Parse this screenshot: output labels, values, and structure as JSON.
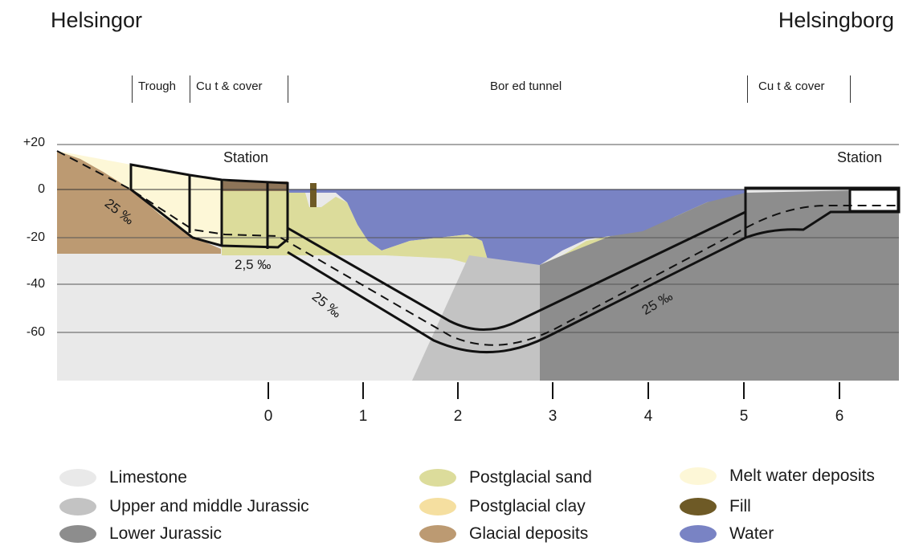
{
  "header": {
    "left_place": "Helsingor",
    "right_place": "Helsingborg"
  },
  "sections": [
    {
      "label": "Trough"
    },
    {
      "label": "Cu t & cover"
    },
    {
      "label": "Bor ed tunnel"
    },
    {
      "label": "Cu t & cover"
    }
  ],
  "stations": {
    "left": "Station",
    "right": "Station"
  },
  "y_axis": {
    "ticks": [
      "+20",
      "0",
      "-20",
      "-40",
      "-60"
    ]
  },
  "x_axis": {
    "ticks": [
      "0",
      "1",
      "2",
      "3",
      "4",
      "5",
      "6"
    ]
  },
  "gradients": {
    "g1": "25 ‰",
    "g2": "2,5 ‰",
    "g3": "25 ‰",
    "g4": "25 ‰"
  },
  "colors": {
    "limestone": "#e9e9e9",
    "upper_middle_jurassic": "#c3c3c3",
    "lower_jurassic": "#8d8d8d",
    "postglacial_sand": "#dcdc9b",
    "postglacial_clay": "#f5dfa0",
    "glacial_deposits": "#bc9a72",
    "melt_water_deposits": "#fdf7d7",
    "fill": "#6e5a26",
    "water": "#7983c4"
  },
  "legend": [
    {
      "key": "limestone",
      "label": "Limestone"
    },
    {
      "key": "upper_middle_jurassic",
      "label": "Upper and middle Jurassic"
    },
    {
      "key": "lower_jurassic",
      "label": "Lower Jurassic"
    },
    {
      "key": "postglacial_sand",
      "label": "Postglacial sand"
    },
    {
      "key": "postglacial_clay",
      "label": "Postglacial clay"
    },
    {
      "key": "glacial_deposits",
      "label": "Glacial deposits"
    },
    {
      "key": "melt_water_deposits",
      "label": "Melt water deposits"
    },
    {
      "key": "fill",
      "label": "Fill"
    },
    {
      "key": "water",
      "label": "Water"
    }
  ]
}
